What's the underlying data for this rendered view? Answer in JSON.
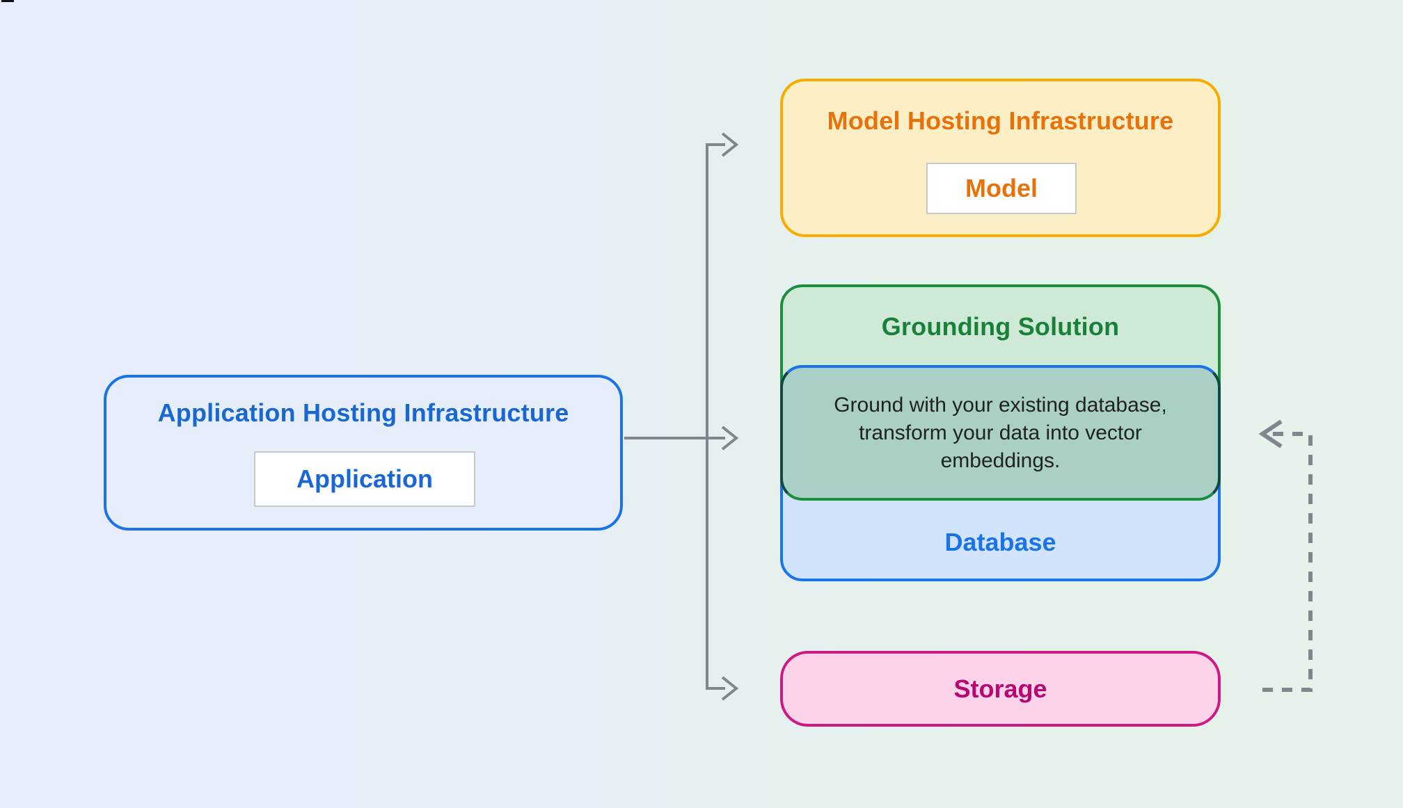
{
  "diagram": {
    "application_box": {
      "title": "Application Hosting Infrastructure",
      "chip": "Application"
    },
    "model_box": {
      "title": "Model Hosting Infrastructure",
      "chip": "Model"
    },
    "grounding_box": {
      "title": "Grounding Solution",
      "description": "Ground with your existing database, transform your data into vector embeddings.",
      "database_label": "Database"
    },
    "storage_box": {
      "label": "Storage"
    },
    "colors": {
      "application_accent": "#1a73e8",
      "application_fill": "#e6edfb",
      "model_border": "#f9ab00",
      "model_fill": "#fcefc6",
      "model_text": "#e8710a",
      "grounding_border": "#1e8e3e",
      "grounding_fill": "#ceead6",
      "grounding_text": "#188038",
      "database_border": "#1a73e8",
      "database_fill": "#d2e3fc",
      "overlap_fill": "#a9cfc6",
      "storage_border": "#d01884",
      "storage_fill": "#fcd3e9",
      "storage_text": "#b80672",
      "arrow_gray": "#80868b",
      "description_text": "#202124",
      "background_left": "#e7edfb",
      "background_right": "#e5f3ea"
    }
  }
}
